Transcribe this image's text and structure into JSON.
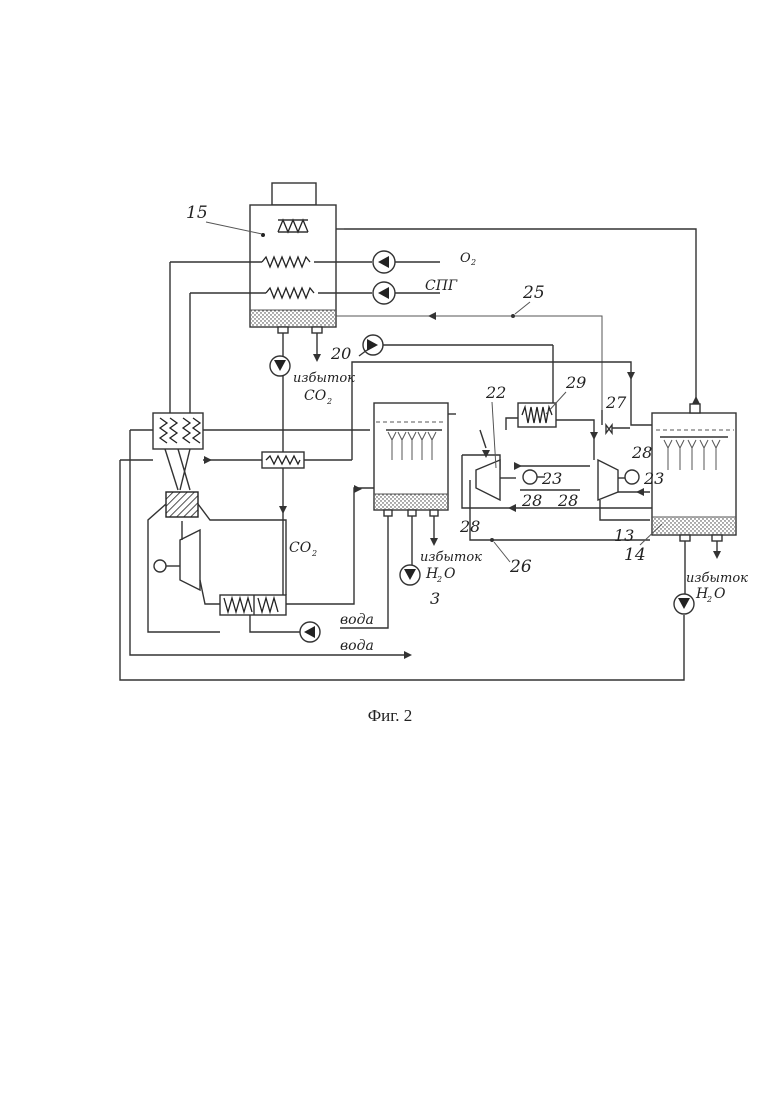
{
  "labels": {
    "n15": "15",
    "n25": "25",
    "n20": "20",
    "n22": "22",
    "n29": "29",
    "n27": "27",
    "n28a": "28",
    "n28b": "28",
    "n28c": "28",
    "n28d": "28",
    "n23a": "23",
    "n23b": "23",
    "n13": "13",
    "n14": "14",
    "n26": "26",
    "n3": "3",
    "o2": "O",
    "o2_sub": "2",
    "spg": "СПГ",
    "excess1": "избыток",
    "co2a": "CO",
    "co2a_sub": "2",
    "co2b": "CO",
    "co2b_sub": "2",
    "excess2": "избыток",
    "h2o_a": "H",
    "h2o_a_sub": "2",
    "h2o_a_o": "O",
    "excess3": "избыток",
    "h2o_b": "H",
    "h2o_b_sub": "2",
    "h2o_b_o": "O",
    "water1": "вода",
    "water2": "вода"
  },
  "caption": "Фиг. 2"
}
